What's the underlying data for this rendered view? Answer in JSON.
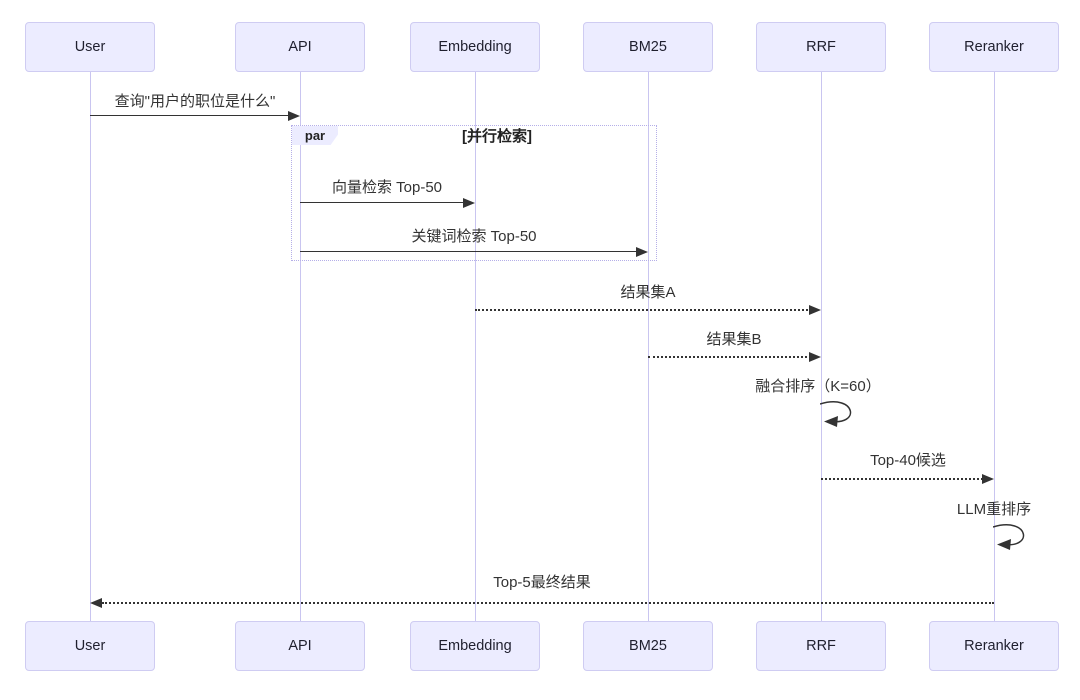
{
  "participants": [
    "User",
    "API",
    "Embedding",
    "BM25",
    "RRF",
    "Reranker"
  ],
  "par_block": {
    "tag": "par",
    "condition": "[并行检索]"
  },
  "messages": [
    {
      "label": "查询\"用户的职位是什么\"",
      "from": "User",
      "to": "API",
      "line": "solid"
    },
    {
      "label": "向量检索 Top-50",
      "from": "API",
      "to": "Embedding",
      "line": "solid"
    },
    {
      "label": "关键词检索 Top-50",
      "from": "API",
      "to": "BM25",
      "line": "solid"
    },
    {
      "label": "结果集A",
      "from": "Embedding",
      "to": "RRF",
      "line": "dotted"
    },
    {
      "label": "结果集B",
      "from": "BM25",
      "to": "RRF",
      "line": "dotted"
    },
    {
      "label": "融合排序（K=60）",
      "from": "RRF",
      "to": "RRF",
      "line": "self"
    },
    {
      "label": "Top-40候选",
      "from": "RRF",
      "to": "Reranker",
      "line": "dotted"
    },
    {
      "label": "LLM重排序",
      "from": "Reranker",
      "to": "Reranker",
      "line": "self"
    },
    {
      "label": "Top-5最终结果",
      "from": "Reranker",
      "to": "User",
      "line": "dotted"
    }
  ],
  "colors": {
    "actor_fill": "#ECECFF",
    "actor_border": "#CFCCF2",
    "lifeline": "#C9C5F0",
    "par_border": "#B5AFE8",
    "message": "#333333",
    "background": "#FFFFFF"
  }
}
